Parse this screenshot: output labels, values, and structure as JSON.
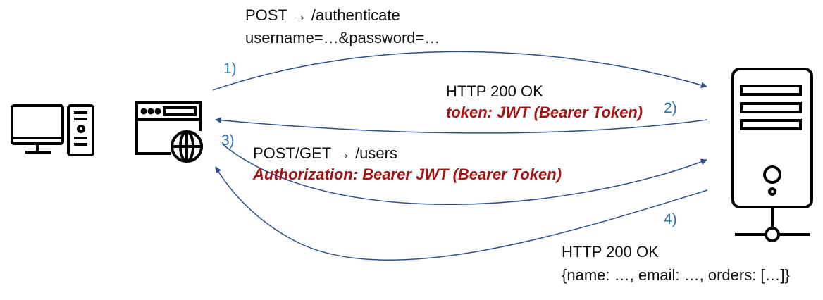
{
  "colors": {
    "arrow": "#2f4f8f",
    "step_number": "#2e75b6",
    "token_text": "#a31515",
    "text": "#111111",
    "icon_stroke": "#000000"
  },
  "icons": {
    "client": "desktop-computer-icon",
    "browser": "web-browser-globe-icon",
    "server": "server-tower-network-icon"
  },
  "steps": [
    {
      "number": "1)",
      "line1": "POST → /authenticate",
      "line2": "username=…&password=…"
    },
    {
      "number": "2)",
      "line1": "HTTP 200 OK",
      "line2": "token: JWT (Bearer Token)"
    },
    {
      "number": "3)",
      "line1": "POST/GET → /users",
      "line2": "Authorization: Bearer JWT (Bearer Token)"
    },
    {
      "number": "4)",
      "line1": "HTTP 200 OK",
      "line2": "{name: …, email: …, orders: […]}"
    }
  ]
}
